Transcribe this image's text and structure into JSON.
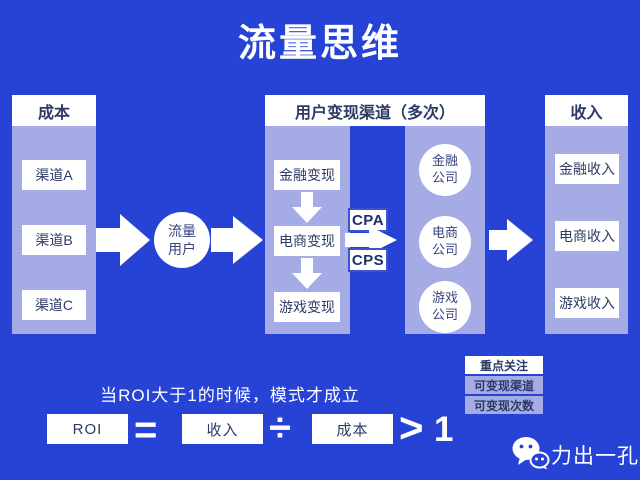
{
  "title": "流量思维",
  "colors": {
    "background": "#2643d6",
    "panel_lavender": "#a4abe5",
    "text_navy": "#2e3a66",
    "white": "#ffffff"
  },
  "cost_column": {
    "header": "成本",
    "items": [
      "渠道A",
      "渠道B",
      "渠道C"
    ]
  },
  "traffic_circle": {
    "line1": "流量",
    "line2": "用户"
  },
  "monetize_column": {
    "header": "用户变现渠道（多次）",
    "items": [
      "金融变现",
      "电商变现",
      "游戏变现"
    ],
    "cpa_label": "CPA",
    "cps_label": "CPS",
    "companies": [
      {
        "line1": "金融",
        "line2": "公司"
      },
      {
        "line1": "电商",
        "line2": "公司"
      },
      {
        "line1": "游戏",
        "line2": "公司"
      }
    ]
  },
  "income_column": {
    "header": "收入",
    "items": [
      "金融收入",
      "电商收入",
      "游戏收入"
    ]
  },
  "roi_section": {
    "caption": "当ROI大于1的时候，模式才成立",
    "roi_label": "ROI",
    "equals_sign": "=",
    "income_label": "收入",
    "divide_sign": "÷",
    "cost_label": "成本",
    "greater_sign": ">",
    "one": "1"
  },
  "focus_panel": {
    "header": "重点关注",
    "items": [
      "可变现渠道",
      "可变现次数"
    ]
  },
  "footer": {
    "brand": "力出一孔",
    "icon": "wechat-icon"
  }
}
